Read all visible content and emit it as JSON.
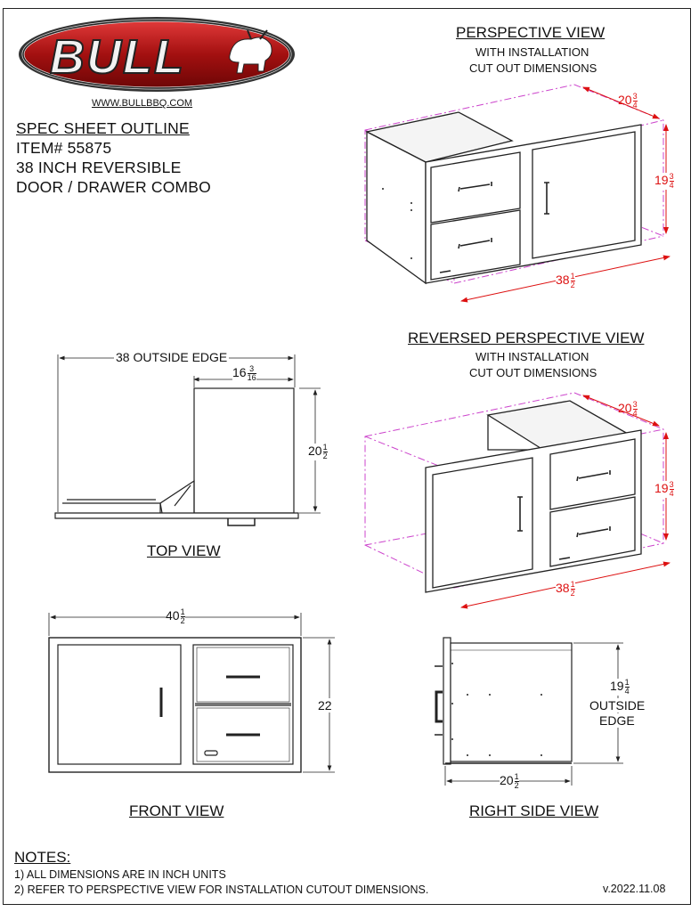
{
  "brand": {
    "name": "BULL",
    "website": "WWW.BULLBBQ.COM"
  },
  "spec": {
    "title": "SPEC SHEET OUTLINE",
    "item": "ITEM# 55875",
    "line1": "38 INCH REVERSIBLE",
    "line2": "DOOR / DRAWER COMBO"
  },
  "perspective": {
    "title": "PERSPECTIVE VIEW",
    "sub1": "WITH INSTALLATION",
    "sub2": "CUT OUT DIMENSIONS",
    "depth": {
      "whole": "20",
      "num": "3",
      "den": "4"
    },
    "height": {
      "whole": "19",
      "num": "3",
      "den": "4"
    },
    "width": {
      "whole": "38",
      "num": "1",
      "den": "2"
    }
  },
  "reversed": {
    "title": "REVERSED PERSPECTIVE VIEW",
    "sub1": "WITH INSTALLATION",
    "sub2": "CUT OUT DIMENSIONS",
    "depth": {
      "whole": "20",
      "num": "3",
      "den": "4"
    },
    "height": {
      "whole": "19",
      "num": "3",
      "den": "4"
    },
    "width": {
      "whole": "38",
      "num": "1",
      "den": "2"
    }
  },
  "top_view": {
    "label": "TOP VIEW",
    "outside_edge": "38 OUTSIDE EDGE",
    "width": {
      "whole": "16",
      "num": "3",
      "den": "16"
    },
    "depth": {
      "whole": "20",
      "num": "1",
      "den": "2"
    }
  },
  "front_view": {
    "label": "FRONT VIEW",
    "width": {
      "whole": "40",
      "num": "1",
      "den": "2"
    },
    "height": "22"
  },
  "side_view": {
    "label": "RIGHT SIDE VIEW",
    "height": {
      "whole": "19",
      "num": "1",
      "den": "4"
    },
    "height_note1": "OUTSIDE",
    "height_note2": "EDGE",
    "depth": {
      "whole": "20",
      "num": "1",
      "den": "2"
    }
  },
  "notes": {
    "title": "NOTES:",
    "n1": "1)  ALL DIMENSIONS ARE IN INCH UNITS",
    "n2": "2)  REFER TO PERSPECTIVE VIEW FOR INSTALLATION CUTOUT DIMENSIONS.",
    "version": "v.2022.11.08"
  },
  "colors": {
    "dimension_red": "#dd1111",
    "cutout_magenta": "#cc44cc",
    "logo_red": "#b01818"
  }
}
